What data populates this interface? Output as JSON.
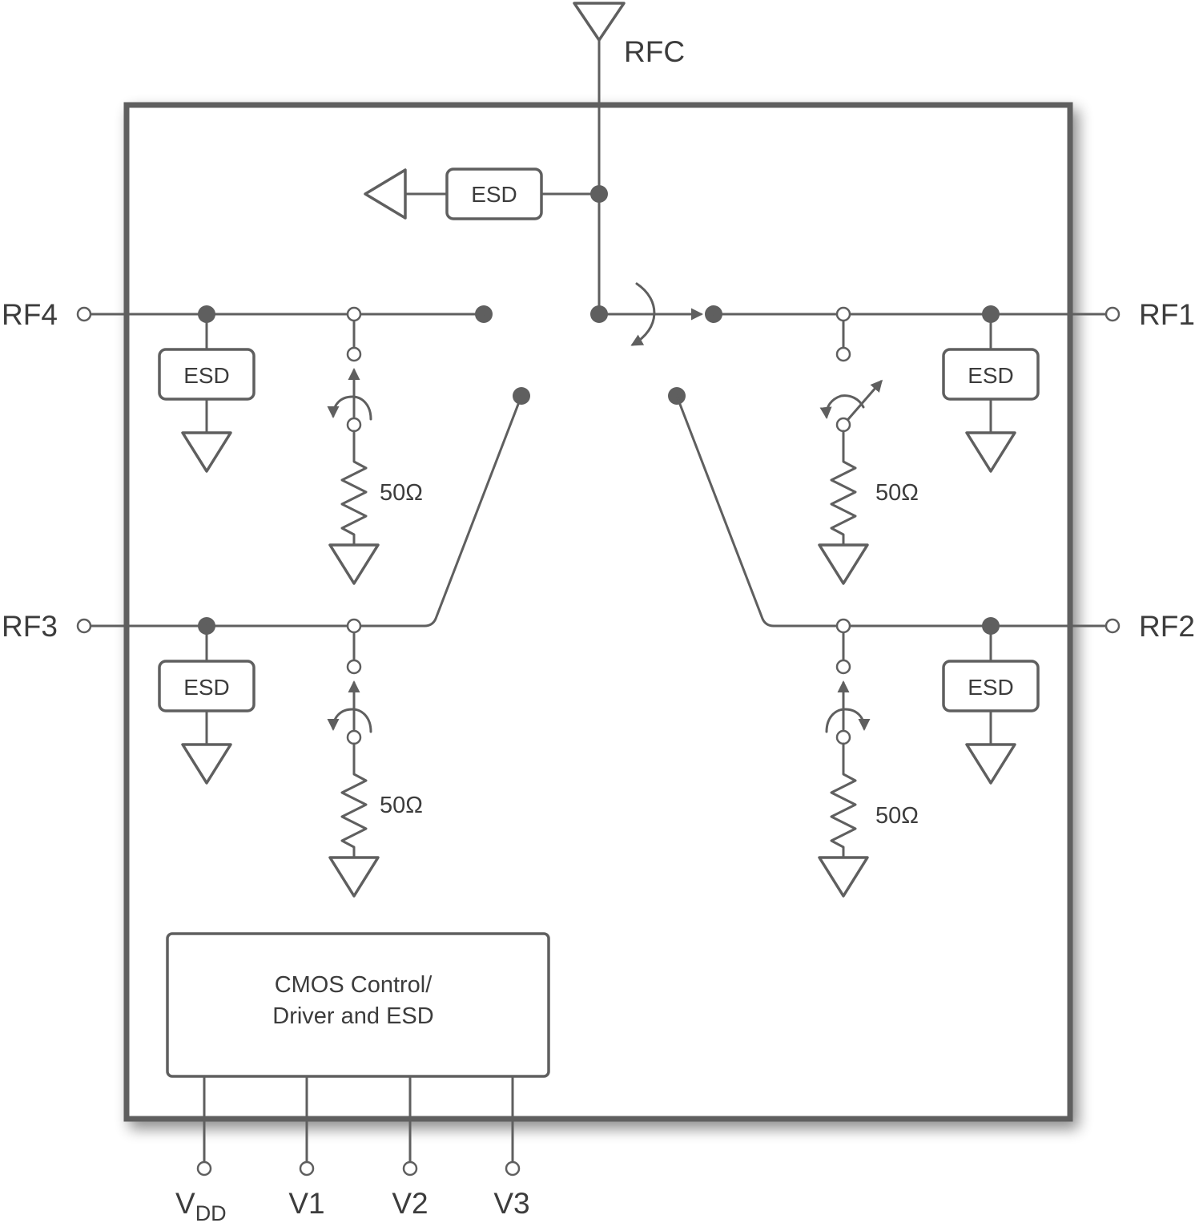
{
  "rfc": "RFC",
  "rf_ports": {
    "rf1": "RF1",
    "rf2": "RF2",
    "rf3": "RF3",
    "rf4": "RF4"
  },
  "esd": "ESD",
  "resistor": "50Ω",
  "control": {
    "line1": "CMOS Control/",
    "line2": "Driver and ESD"
  },
  "control_pins": {
    "vdd_main": "V",
    "vdd_sub": "DD",
    "v1": "V1",
    "v2": "V2",
    "v3": "V3"
  }
}
